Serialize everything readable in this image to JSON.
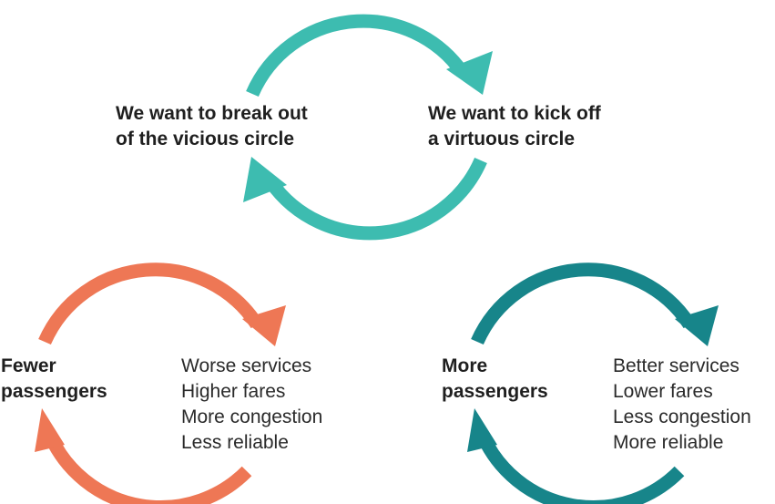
{
  "top": {
    "left_text": [
      "We want to break out",
      "of the vicious circle"
    ],
    "right_text": [
      "We want to kick off",
      "a virtuous circle"
    ]
  },
  "vicious": {
    "label": [
      "Fewer",
      "passengers"
    ],
    "effects": [
      "Worse services",
      "Higher fares",
      "More congestion",
      "Less reliable"
    ]
  },
  "virtuous": {
    "label": [
      "More",
      "passengers"
    ],
    "effects": [
      "Better services",
      "Lower fares",
      "Less congestion",
      "More reliable"
    ]
  },
  "colors": {
    "top_cycle": "#3dbcb0",
    "vicious_cycle": "#ee7755",
    "virtuous_cycle": "#17858a"
  }
}
